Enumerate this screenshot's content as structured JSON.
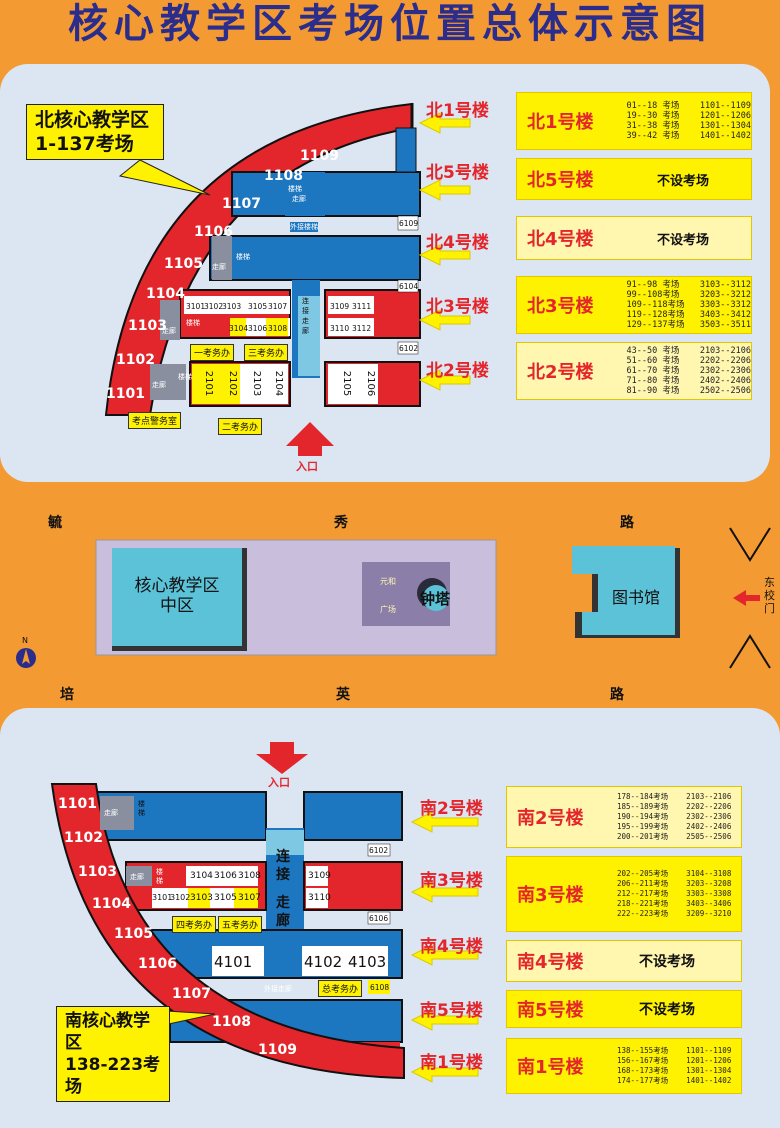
{
  "title": "核心教学区考场位置总体示意图",
  "colors": {
    "background": "#F39A33",
    "panel": "#DCE6F2",
    "red": "#E3262B",
    "blue": "#1D76C0",
    "yellow": "#FFF200",
    "pale": "#FFF6B0",
    "campus": "#C9BFDD",
    "cyan": "#5BC2D8",
    "purple": "#8B7EA9"
  },
  "north": {
    "callout_line1": "北核心教学区",
    "callout_line2": "1-137考场",
    "floors": [
      "1109",
      "1108",
      "1107",
      "1106",
      "1105",
      "1104",
      "1103",
      "1102",
      "1101"
    ],
    "building_labels": [
      "北1号楼",
      "北5号楼",
      "北4号楼",
      "北3号楼",
      "北2号楼"
    ],
    "corridor": "走廊",
    "stair": "楼梯",
    "outer_link": "外接楼梯",
    "link": "连接走廊",
    "entrance": "入口",
    "exam_office_1": "一考务办",
    "exam_office_2": "二考务办",
    "exam_office_3": "三考务办",
    "security_room": "考点警务室",
    "rooms": {
      "r3101": "3101",
      "r3102": "3102",
      "r3103": "3103",
      "r3105": "3105",
      "r3107": "3107",
      "r3104": "3104",
      "r3106": "3106",
      "r3108": "3108",
      "r3109": "3109",
      "r3111": "3111",
      "r3110": "3110",
      "r3112": "3112",
      "r2101": "2101",
      "r2102": "2102",
      "r2103": "2103",
      "r2104": "2104",
      "r2105": "2105",
      "r2106": "2106",
      "r6109": "6109",
      "r6104": "6104",
      "r6102": "6102"
    },
    "info": [
      {
        "name": "北1号楼",
        "rows": [
          "01--18 考场    1101--1109",
          "19--30 考场    1201--1206",
          "31--38 考场    1301--1304",
          "39--42 考场    1401--1402"
        ]
      },
      {
        "name": "北5号楼",
        "none": "不设考场"
      },
      {
        "name": "北4号楼",
        "none": "不设考场"
      },
      {
        "name": "北3号楼",
        "rows": [
          "91--98 考场    3103--3112",
          "99--108考场    3203--3212",
          "109--118考场   3303--3312",
          "119--128考场   3403--3412",
          "129--137考场   3503--3511"
        ]
      },
      {
        "name": "北2号楼",
        "rows": [
          "43--50 考场    2103--2106",
          "51--60 考场    2202--2206",
          "61--70 考场    2302--2306",
          "71--80 考场    2402--2406",
          "81--90 考场    2502--2506"
        ]
      }
    ]
  },
  "middle": {
    "road_top": [
      "毓",
      "秀",
      "路"
    ],
    "road_bottom": [
      "培",
      "英",
      "路"
    ],
    "center_zone": "核心教学区\n中区",
    "square_1": "元和",
    "square_2": "广场",
    "clock_tower": "钟塔",
    "library": "图书馆",
    "east_gate": "东校门",
    "north_mark": "N"
  },
  "south": {
    "callout_line1": "南核心教学区",
    "callout_line2": "138-223考场",
    "floors": [
      "1101",
      "1102",
      "1103",
      "1104",
      "1105",
      "1106",
      "1107",
      "1108",
      "1109"
    ],
    "building_labels": [
      "南2号楼",
      "南3号楼",
      "南4号楼",
      "南5号楼",
      "南1号楼"
    ],
    "entrance": "入口",
    "link_1": "连",
    "link_2": "接",
    "link_3": "走",
    "link_4": "廊",
    "corridor": "走廊",
    "stair": "楼梯",
    "outer_link": "外接走廊",
    "exam_office_4": "四考务办",
    "exam_office_5": "五考务办",
    "exam_office_main": "总考务办",
    "rooms": {
      "r3104": "3104",
      "r3106": "3106",
      "r3108": "3108",
      "r3109": "3109",
      "r3101": "3101",
      "r3102": "3102",
      "r3103": "3103",
      "r3105": "3105",
      "r3107": "3107",
      "r3110": "3110",
      "r4101": "4101",
      "r4102": "4102",
      "r4103": "4103",
      "r6102": "6102",
      "r6106": "6106",
      "r6108": "6108"
    },
    "info": [
      {
        "name": "南2号楼",
        "rows": [
          "178--184考场    2103--2106",
          "185--189考场    2202--2206",
          "190--194考场    2302--2306",
          "195--199考场    2402--2406",
          "200--201考场    2505--2506"
        ]
      },
      {
        "name": "南3号楼",
        "rows": [
          "202--205考场    3104--3108",
          "206--211考场    3203--3208",
          "212--217考场    3303--3308",
          "218--221考场    3403--3406",
          "222--223考场    3209--3210"
        ]
      },
      {
        "name": "南4号楼",
        "none": "不设考场"
      },
      {
        "name": "南5号楼",
        "none": "不设考场"
      },
      {
        "name": "南1号楼",
        "rows": [
          "138--155考场    1101--1109",
          "156--167考场    1201--1206",
          "168--173考场    1301--1304",
          "174--177考场    1401--1402"
        ]
      }
    ]
  }
}
